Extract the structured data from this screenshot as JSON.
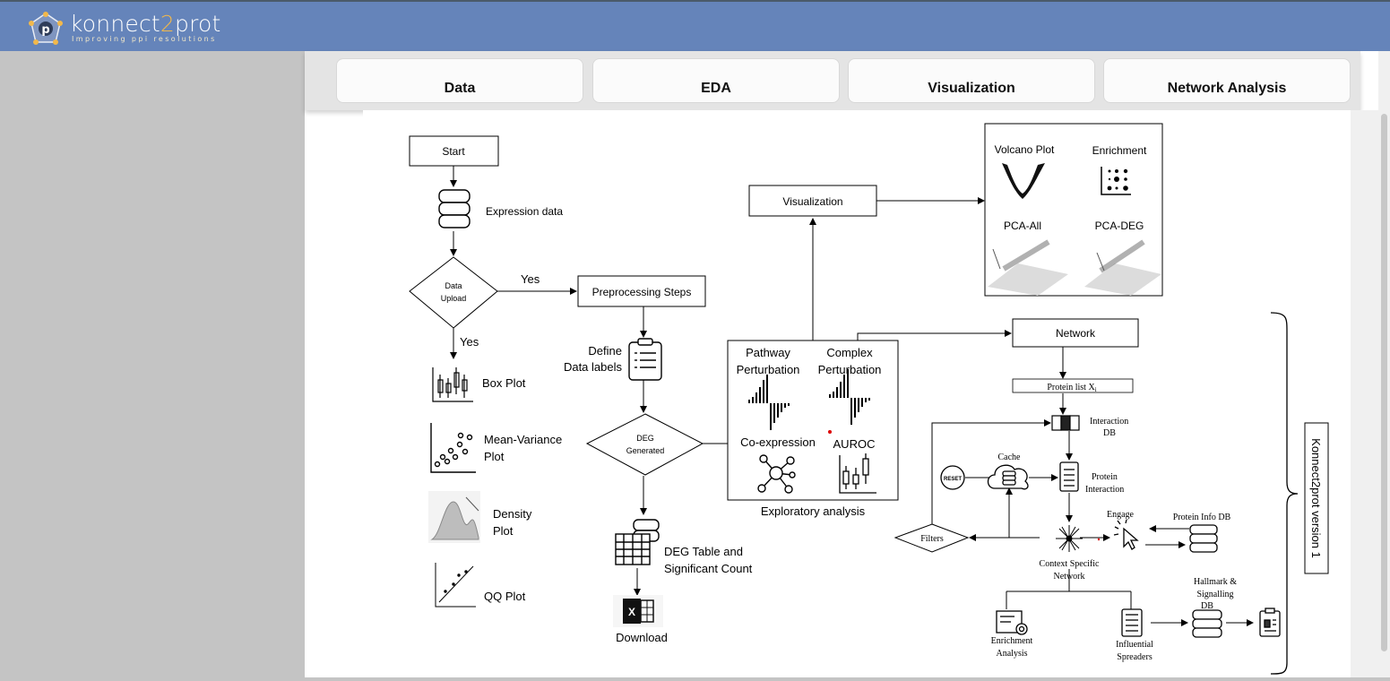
{
  "app": {
    "brand_prefix": "konnect",
    "brand_number": "2",
    "brand_suffix": "prot",
    "tagline": "Improving ppi resolutions"
  },
  "tabs": [
    {
      "label": "Data"
    },
    {
      "label": "EDA"
    },
    {
      "label": "Visualization"
    },
    {
      "label": "Network Analysis"
    }
  ],
  "flowchart": {
    "start": "Start",
    "expression_data": "Expression data",
    "data_upload_1": "Data",
    "data_upload_2": "Upload",
    "yes_right": "Yes",
    "yes_down": "Yes",
    "box_plot": "Box Plot",
    "mean_variance_1": "Mean-Variance",
    "mean_variance_2": "Plot",
    "density_1": "Density",
    "density_2": "Plot",
    "qq_plot": "QQ Plot",
    "preprocessing": "Preprocessing Steps",
    "define_1": "Define",
    "define_2": "Data labels",
    "deg_1": "DEG",
    "deg_2": "Generated",
    "deg_table_1": "DEG Table and",
    "deg_table_2": "Significant Count",
    "download": "Download",
    "visualization": "Visualization",
    "volcano": "Volcano Plot",
    "enrichment": "Enrichment",
    "pca_all": "PCA-All",
    "pca_deg": "PCA-DEG",
    "pathway_1": "Pathway",
    "pathway_2": "Perturbation",
    "complex_1": "Complex",
    "complex_2": "Perturbation",
    "coexpression": "Co-expression",
    "auroc": "AUROC",
    "exploratory": "Exploratory analysis",
    "network": "Network",
    "protein_list": "Protein list X",
    "protein_list_sub": "i",
    "interaction_db_1": "Interaction",
    "interaction_db_2": "DB",
    "cache": "Cache",
    "reset": "RESET",
    "protein_interaction_1": "Protein",
    "protein_interaction_2": "Interaction",
    "engage": "Engage",
    "protein_info_db": "Protein Info DB",
    "filters": "Filters",
    "context_1": "Context Specific",
    "context_2": "Network",
    "hallmark_1": "Hallmark &",
    "hallmark_2": "Signalling",
    "hallmark_3": "DB",
    "enrichment_analysis_1": "Enrichment",
    "enrichment_analysis_2": "Analysis",
    "influential_1": "Influential",
    "influential_2": "Spreaders",
    "version_label": "Konnect2prot version 1"
  },
  "colors": {
    "header": "#6584ba",
    "sidebar": "#c4c4c4",
    "brand_accent": "#f2b84b"
  }
}
